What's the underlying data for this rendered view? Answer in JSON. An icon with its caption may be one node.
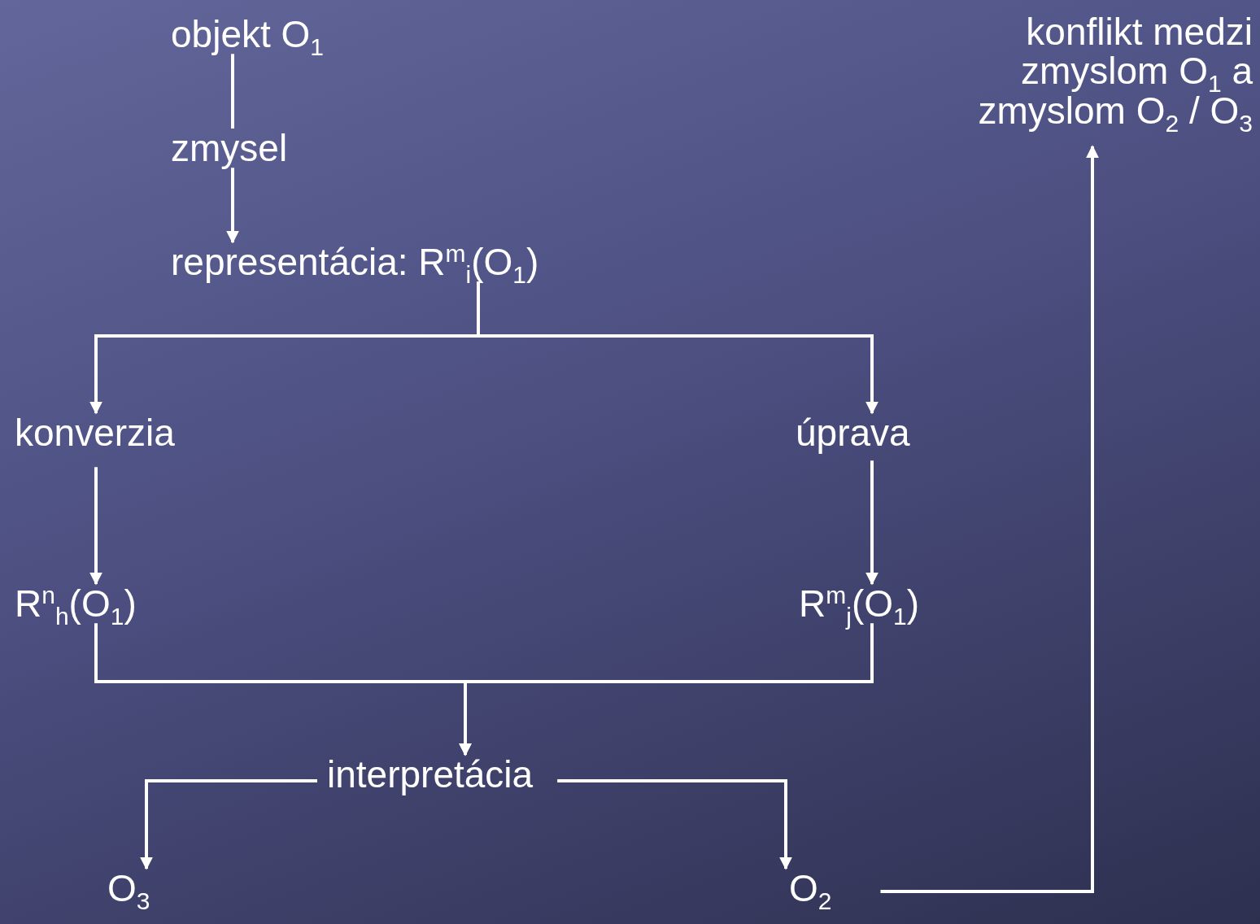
{
  "diagram": {
    "nodes": [
      {
        "text": [
          "objekt  O$_{1}$"
        ]
      },
      {
        "text": [
          "zmysel"
        ]
      },
      {
        "text": [
          "representácia: R$^{m}$$_{i}$(O$_{1}$)"
        ]
      },
      {
        "text": [
          "konverzia"
        ]
      },
      {
        "text": [
          "úprava"
        ]
      },
      {
        "text": [
          "R$^{n}$$_{h}$(O$_{1}$)"
        ]
      },
      {
        "text": [
          "R$^{m}$$_{j}$(O$_{1}$)"
        ]
      },
      {
        "text": [
          "interpretácia"
        ]
      },
      {
        "text": [
          "O$_{3}$"
        ]
      },
      {
        "text": [
          "O$_{2}$"
        ]
      },
      {
        "text": [
          "konflikt medzi zmyslom O$_{1}$ a zmyslom O$_{2}$ / O$_{3}$"
        ]
      }
    ],
    "edges": [
      {
        "from": 0,
        "to": 1,
        "arrow": "none"
      },
      {
        "from": 1,
        "to": 2,
        "arrow": "to"
      },
      {
        "from": 2,
        "to": 3,
        "arrow": "to"
      },
      {
        "from": 2,
        "to": 4,
        "arrow": "to"
      },
      {
        "from": 3,
        "to": 5,
        "arrow": "to"
      },
      {
        "from": 4,
        "to": 6,
        "arrow": "to"
      },
      {
        "from": 5,
        "to": 7,
        "arrow": "to"
      },
      {
        "from": 6,
        "to": 7,
        "arrow": "to"
      },
      {
        "from": 7,
        "to": 8,
        "arrow": "to"
      },
      {
        "from": 7,
        "to": 9,
        "arrow": "to"
      },
      {
        "from": 9,
        "to": 10,
        "arrow": "to"
      }
    ]
  }
}
